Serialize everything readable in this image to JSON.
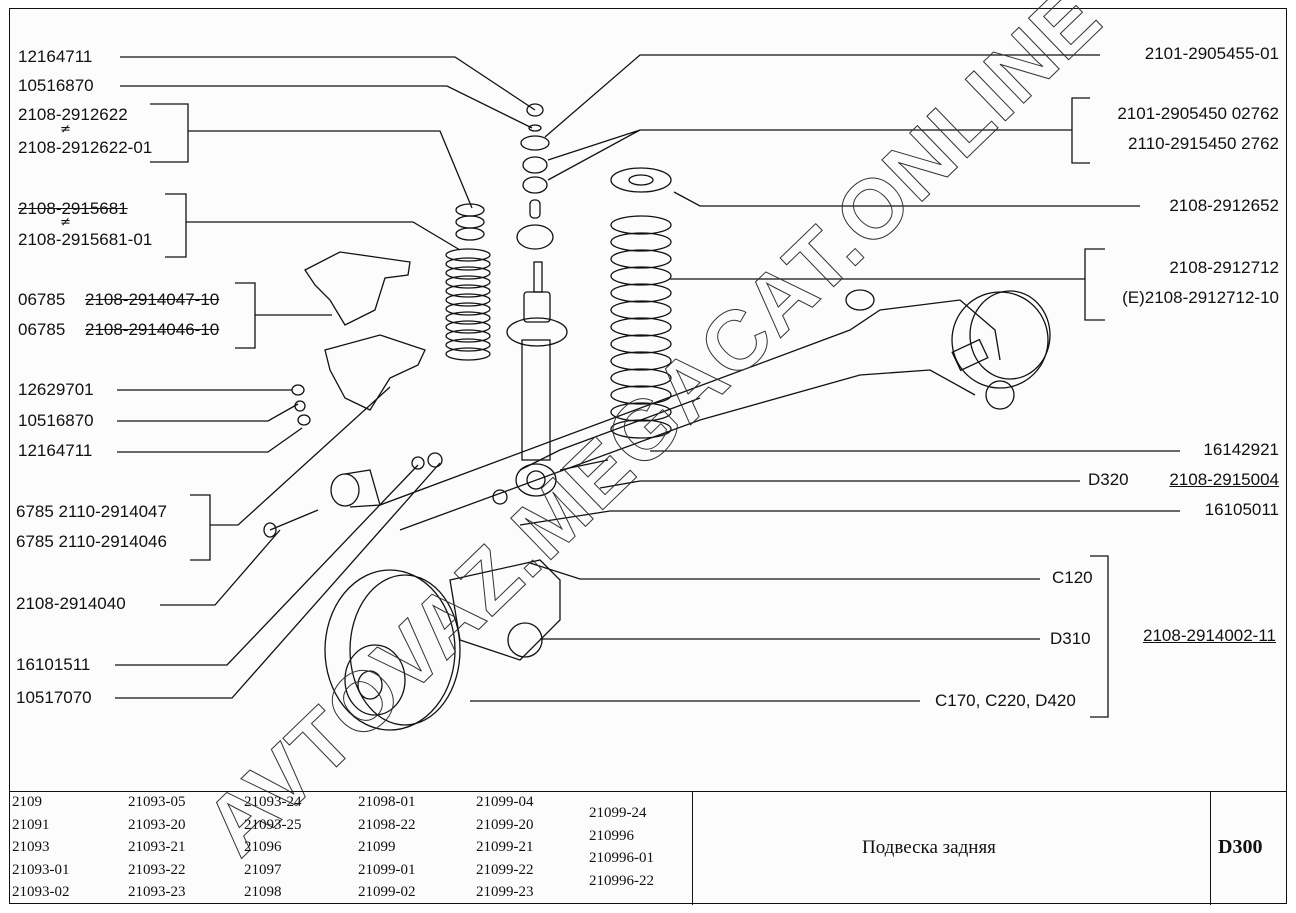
{
  "diagram": {
    "title": "Подвеска задняя",
    "code": "D300",
    "watermark": "AVTOVAZ.MEGACAT.ONLINE",
    "line_color": "#111111",
    "background": "#fcfcfc"
  },
  "callouts_left": [
    {
      "id": "nut-top",
      "text": "12164711"
    },
    {
      "id": "washer-top",
      "text": "10516870"
    },
    {
      "id": "buffer-a",
      "text": "2108-2912622",
      "note": "≠"
    },
    {
      "id": "buffer-b",
      "text": "2108-2912622-01"
    },
    {
      "id": "boot-a",
      "text": "2108-2915681",
      "struck": true,
      "note": "≠"
    },
    {
      "id": "boot-b",
      "text": "2108-2915681-01"
    },
    {
      "id": "bracket-a-prefix",
      "text": "06785"
    },
    {
      "id": "bracket-a",
      "text": "2108-2914047-10",
      "struck": true
    },
    {
      "id": "bracket-b-prefix",
      "text": "06785"
    },
    {
      "id": "bracket-b",
      "text": "2108-2914046-10",
      "struck": true
    },
    {
      "id": "washer-mid",
      "text": "12629701"
    },
    {
      "id": "washer-mid2",
      "text": "10516870"
    },
    {
      "id": "nut-mid",
      "text": "12164711"
    },
    {
      "id": "bracket-c",
      "text": "6785  2110-2914047"
    },
    {
      "id": "bracket-d",
      "text": "6785  2110-2914046"
    },
    {
      "id": "bolt",
      "text": "2108-2914040"
    },
    {
      "id": "nut-low",
      "text": "16101511"
    },
    {
      "id": "washer-low",
      "text": "10517070"
    }
  ],
  "callouts_right": [
    {
      "id": "cushion",
      "text": "2101-2905455-01"
    },
    {
      "id": "pad-a",
      "text": "2101-2905450  02762"
    },
    {
      "id": "pad-b",
      "text": "2110-2915450  2762"
    },
    {
      "id": "spring-seat",
      "text": "2108-2912652"
    },
    {
      "id": "spring-a",
      "text": "2108-2912712"
    },
    {
      "id": "spring-b",
      "text": "(E)2108-2912712-10"
    },
    {
      "id": "bolt-r",
      "text": "16142921"
    },
    {
      "id": "shock-prefix",
      "text": "D320"
    },
    {
      "id": "shock",
      "text": "2108-2915004"
    },
    {
      "id": "nut-r",
      "text": "16105011"
    },
    {
      "id": "beam-c120",
      "text": "C120"
    },
    {
      "id": "beam-d310",
      "text": "D310"
    },
    {
      "id": "beam-c170",
      "text": "C170, C220, D420"
    },
    {
      "id": "beam",
      "text": "2108-2914002-11"
    }
  ],
  "models": {
    "col1": [
      "2109",
      "21091",
      "21093",
      "21093-01",
      "21093-02"
    ],
    "col2": [
      "21093-05",
      "21093-20",
      "21093-21",
      "21093-22",
      "21093-23"
    ],
    "col3": [
      "21093-24",
      "21093-25",
      "21096",
      "21097",
      "21098"
    ],
    "col4": [
      "21098-01",
      "21098-22",
      "21099",
      "21099-01",
      "21099-02"
    ],
    "col5": [
      "21099-04",
      "21099-20",
      "21099-21",
      "21099-22",
      "21099-23"
    ],
    "col6": [
      "21099-24",
      "210996",
      "210996-01",
      "210996-22"
    ]
  }
}
